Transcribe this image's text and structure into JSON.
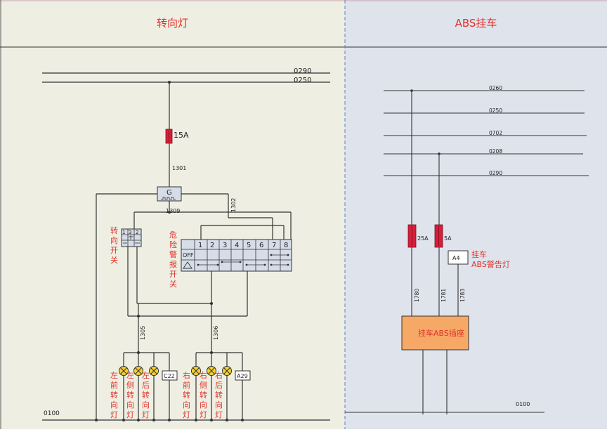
{
  "panels": {
    "left_title": "转向灯",
    "right_title": "ABS挂车"
  },
  "left": {
    "buses": [
      "0290",
      "0250"
    ],
    "fuse": "15A",
    "wires": {
      "w1301": "1301",
      "w1309": "1309",
      "w1302": "1302",
      "w1305": "1305",
      "w1306": "1306"
    },
    "flasher": "G",
    "turn_switch_label": [
      "转",
      "向",
      "开",
      "关"
    ],
    "turn_switch_pins": [
      "3",
      "1",
      "2"
    ],
    "hazard_label": [
      "危",
      "险",
      "警",
      "报",
      "开",
      "关"
    ],
    "hazard_pins": [
      "1",
      "2",
      "3",
      "4",
      "5",
      "6",
      "7",
      "8"
    ],
    "hazard_off": "OFF",
    "lamps_left": [
      [
        "左",
        "前",
        "转",
        "向",
        "灯"
      ],
      [
        "左",
        "侧",
        "转",
        "向",
        "灯"
      ],
      [
        "左",
        "后",
        "转",
        "向",
        "灯"
      ]
    ],
    "lamps_right": [
      [
        "右",
        "前",
        "转",
        "向",
        "灯"
      ],
      [
        "右",
        "侧",
        "转",
        "向",
        "灯"
      ],
      [
        "右",
        "后",
        "转",
        "向",
        "灯"
      ]
    ],
    "connector_left": "C22",
    "connector_right": "A29",
    "ground_bus": "0100"
  },
  "right": {
    "buses": [
      "0260",
      "0250",
      "0702",
      "0208",
      "0290"
    ],
    "fuse_a": "25A",
    "fuse_b": "5A",
    "indicator_box": "A4",
    "indicator_label": [
      "挂车",
      "ABS警告灯"
    ],
    "wires": [
      "1780",
      "1781",
      "1783"
    ],
    "module": "挂车ABS插座",
    "ground_bus": "0100"
  },
  "colors": {
    "left_bg": "#eeeee2",
    "right_bg": "#dfe3ec",
    "red_text": "#e0322c",
    "fuse": "#d81e3a",
    "module_fill": "#f6a866",
    "switch_fill": "#d6dde8",
    "lamp_fill": "#f5d030"
  }
}
